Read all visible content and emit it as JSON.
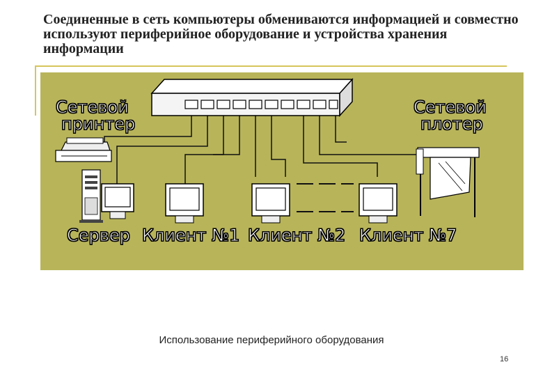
{
  "title": "Соединенные в сеть компьютеры обмениваются информацией и совместно используют периферийное оборудование и устройства хранения информации",
  "diagram": {
    "network_printer_label_1": "Сетевой",
    "network_printer_label_2": "принтер",
    "network_plotter_label_1": "Сетевой",
    "network_plotter_label_2": "плотер",
    "server_label": "Сервер",
    "client1_label": "Клиент №1",
    "client2_label": "Клиент №2",
    "client7_label": "Клиент №7",
    "background_color": "#b8b45a"
  },
  "caption": "Использование периферийного оборудования",
  "page_number": "16"
}
